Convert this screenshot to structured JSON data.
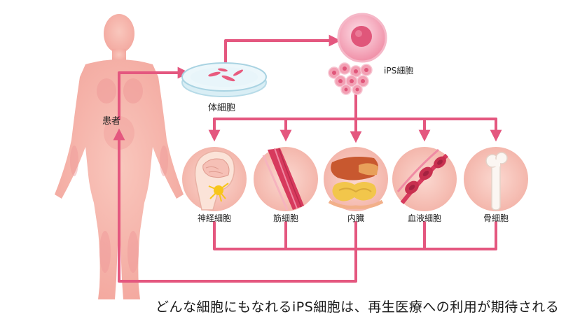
{
  "labels": {
    "patient": "患者",
    "somatic_cell": "体細胞",
    "ips_cell": "iPS細胞",
    "targets": [
      "神経細胞",
      "筋細胞",
      "内臓",
      "血液細胞",
      "骨細胞"
    ]
  },
  "caption": "どんな細胞にもなれるiPS細胞は、再生医療への利用が期待される",
  "colors": {
    "arrow": "#e4577f",
    "body": "#f6b1a9",
    "body_highlight": "#ef8588",
    "circle_bg": "#f7c4bb",
    "ips_cell": "#f3a0b4"
  },
  "icons": [
    "brain-neuron-icon",
    "muscle-fiber-icon",
    "liver-intestine-icon",
    "blood-vessel-icon",
    "bone-icon"
  ]
}
